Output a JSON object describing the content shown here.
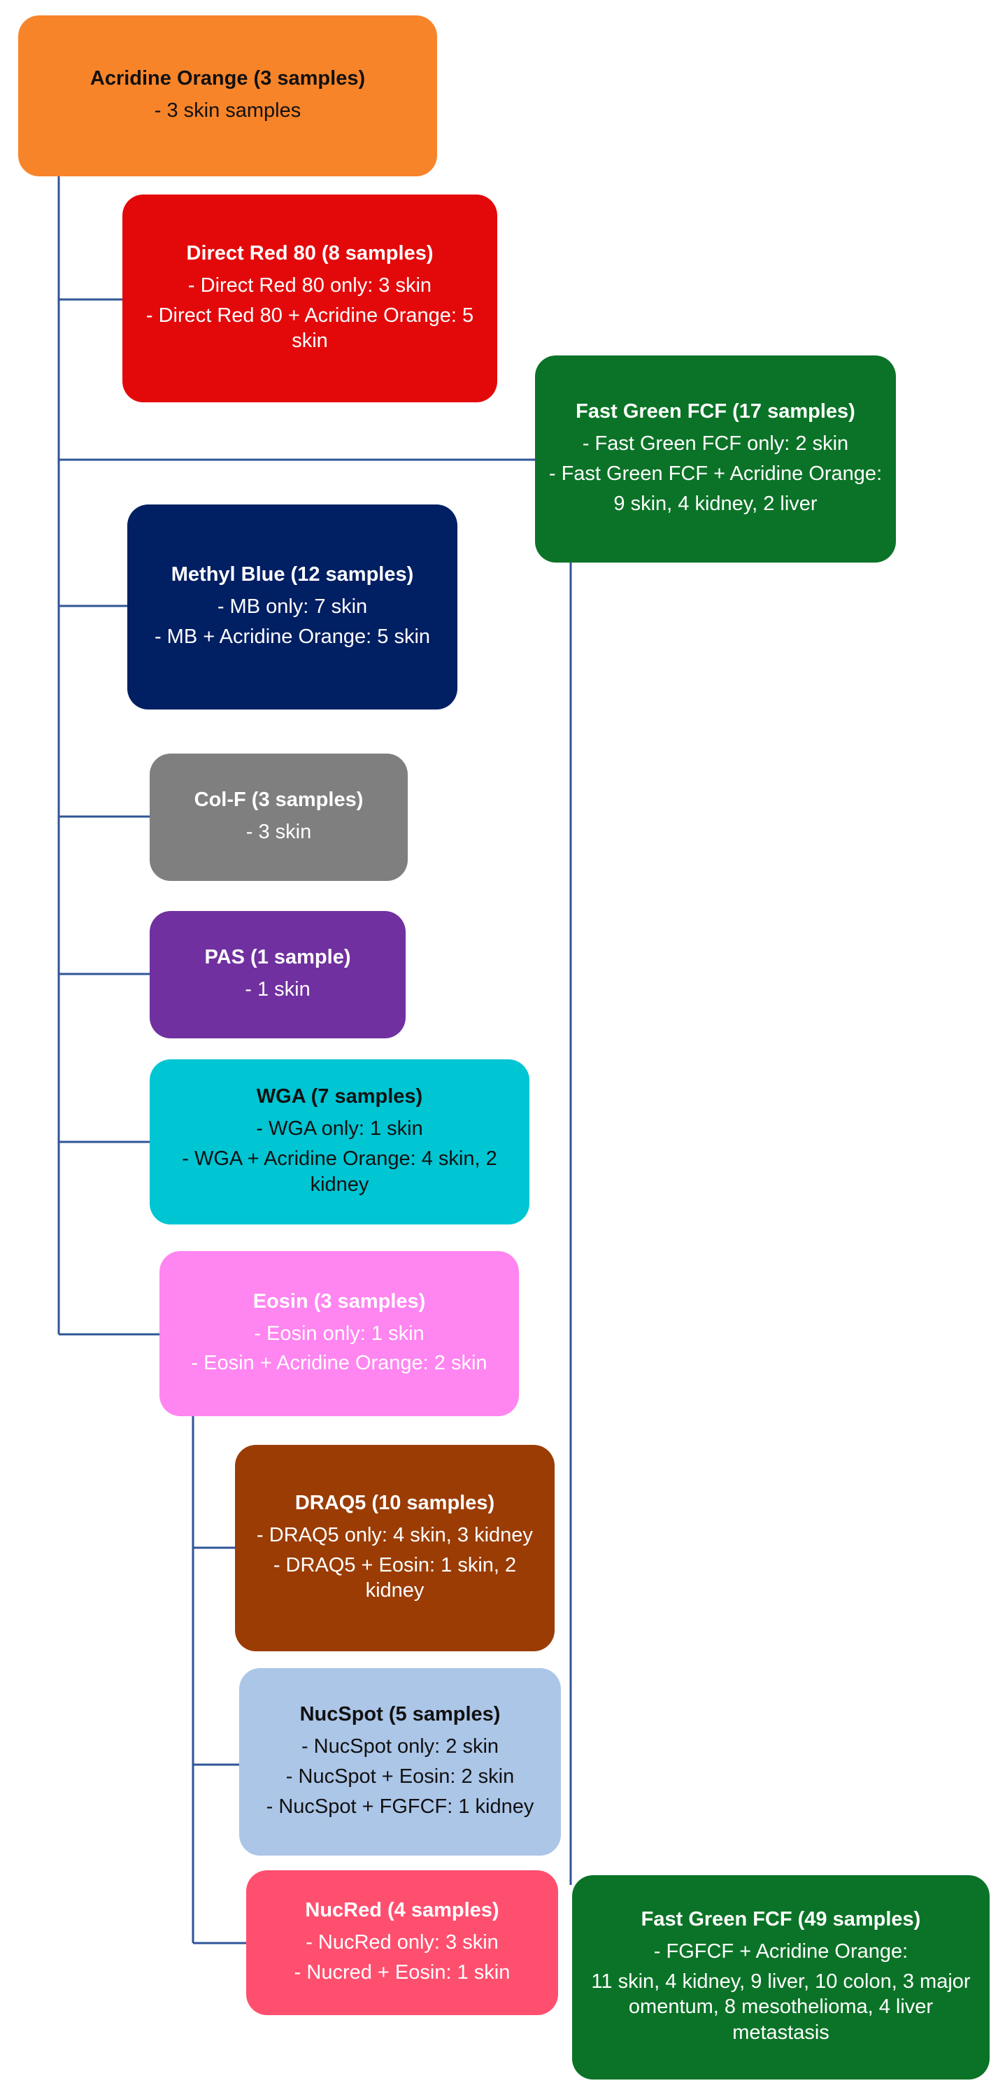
{
  "colors": {
    "line": "#2f5597",
    "acridine": "#f8842a",
    "direct_red": "#e3090b",
    "fast_green": "#0b7327",
    "methyl_blue": "#011f63",
    "colf": "#7f7f7f",
    "pas": "#7030a0",
    "wga": "#00c5d3",
    "eosin": "#ff85f0",
    "draq5": "#9a3c04",
    "nucspot": "#acc6e8",
    "nucred": "#ff4f6f"
  },
  "nodes": {
    "acridine": {
      "title": "Acridine Orange (3 samples)",
      "lines": [
        "- 3 skin samples"
      ]
    },
    "direct_red": {
      "title": "Direct Red 80 (8 samples)",
      "lines": [
        "- Direct Red 80 only: 3 skin",
        "- Direct Red 80 + Acridine Orange: 5 skin"
      ]
    },
    "fast_green_17": {
      "title": "Fast Green FCF (17 samples)",
      "lines": [
        "- Fast Green FCF only: 2 skin",
        "- Fast Green FCF + Acridine Orange:",
        "9 skin, 4 kidney, 2 liver"
      ]
    },
    "methyl_blue": {
      "title": "Methyl Blue (12 samples)",
      "lines": [
        "- MB only:  7 skin",
        "- MB + Acridine Orange: 5 skin"
      ]
    },
    "colf": {
      "title": "Col-F (3 samples)",
      "lines": [
        "- 3 skin"
      ]
    },
    "pas": {
      "title": "PAS (1 sample)",
      "lines": [
        "- 1 skin"
      ]
    },
    "wga": {
      "title": "WGA (7 samples)",
      "lines": [
        "- WGA only: 1 skin",
        "- WGA + Acridine Orange: 4 skin, 2 kidney"
      ]
    },
    "eosin": {
      "title": "Eosin (3 samples)",
      "lines": [
        "- Eosin only: 1 skin",
        "- Eosin + Acridine Orange: 2 skin"
      ]
    },
    "draq5": {
      "title": "DRAQ5 (10 samples)",
      "lines": [
        "- DRAQ5 only: 4 skin,  3 kidney",
        "- DRAQ5 + Eosin: 1 skin, 2 kidney"
      ]
    },
    "nucspot": {
      "title": "NucSpot (5 samples)",
      "lines": [
        "- NucSpot only: 2 skin",
        "- NucSpot + Eosin: 2 skin",
        "- NucSpot + FGFCF: 1 kidney"
      ]
    },
    "nucred": {
      "title": "NucRed (4 samples)",
      "lines": [
        "- NucRed only: 3 skin",
        "- Nucred + Eosin: 1 skin"
      ]
    },
    "fast_green_49": {
      "title": "Fast Green FCF (49 samples)",
      "lines": [
        "- FGFCF + Acridine Orange:",
        "11 skin, 4 kidney, 9 liver, 10 colon, 3 major omentum, 8 mesothelioma, 4 liver metastasis"
      ]
    }
  }
}
